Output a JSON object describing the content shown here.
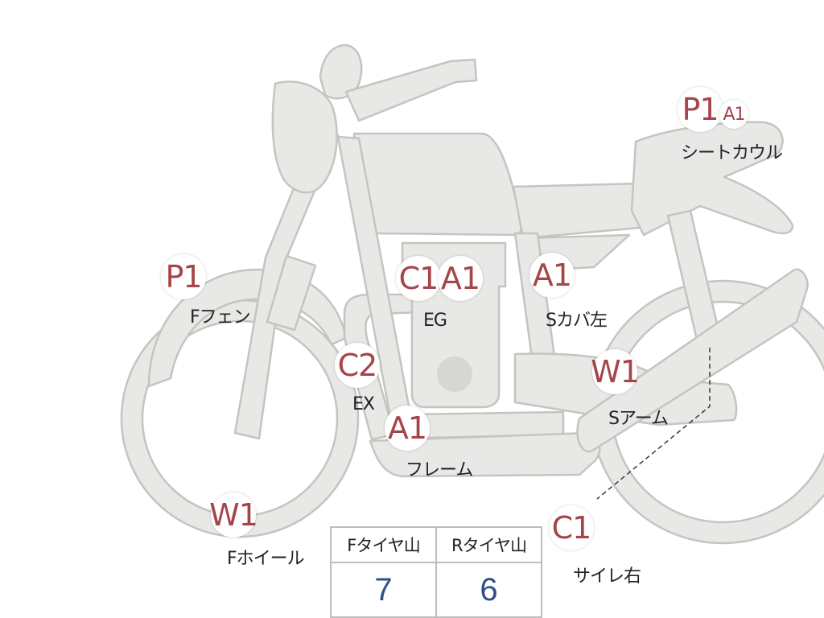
{
  "diagram": {
    "colors": {
      "grade_text": "#a5454a",
      "part_fill": "#e8e8e6",
      "part_stroke": "#c4c4c0",
      "table_value": "#2f4f8a"
    },
    "markers": [
      {
        "id": "p1-front-fender",
        "grade": "P1",
        "size": "big"
      },
      {
        "id": "w1-front-wheel",
        "grade": "W1",
        "size": "big"
      },
      {
        "id": "c2-exhaust",
        "grade": "C2",
        "size": "big"
      },
      {
        "id": "c1-engine",
        "grade": "C1",
        "size": "big"
      },
      {
        "id": "a1-engine",
        "grade": "A1",
        "size": "big"
      },
      {
        "id": "a1-side-cover",
        "grade": "A1",
        "size": "big"
      },
      {
        "id": "a1-frame",
        "grade": "A1",
        "size": "big"
      },
      {
        "id": "w1-swingarm",
        "grade": "W1",
        "size": "big"
      },
      {
        "id": "p1-seat-cowl",
        "grade": "P1",
        "size": "big"
      },
      {
        "id": "a1-seat-cowl",
        "grade": "A1",
        "size": "small"
      },
      {
        "id": "c1-muffler-right",
        "grade": "C1",
        "size": "big"
      }
    ],
    "labels": {
      "front_fender": "Fフェン",
      "front_wheel": "Fホイール",
      "exhaust": "EX",
      "engine": "EG",
      "side_cover_left": "Sカバ左",
      "frame": "フレーム",
      "swingarm": "Sアーム",
      "seat_cowl": "シートカウル",
      "muffler_right": "サイレ右"
    },
    "tire_tread": {
      "headers": [
        "Fタイヤ山",
        "Rタイヤ山"
      ],
      "values": [
        "7",
        "6"
      ]
    }
  }
}
